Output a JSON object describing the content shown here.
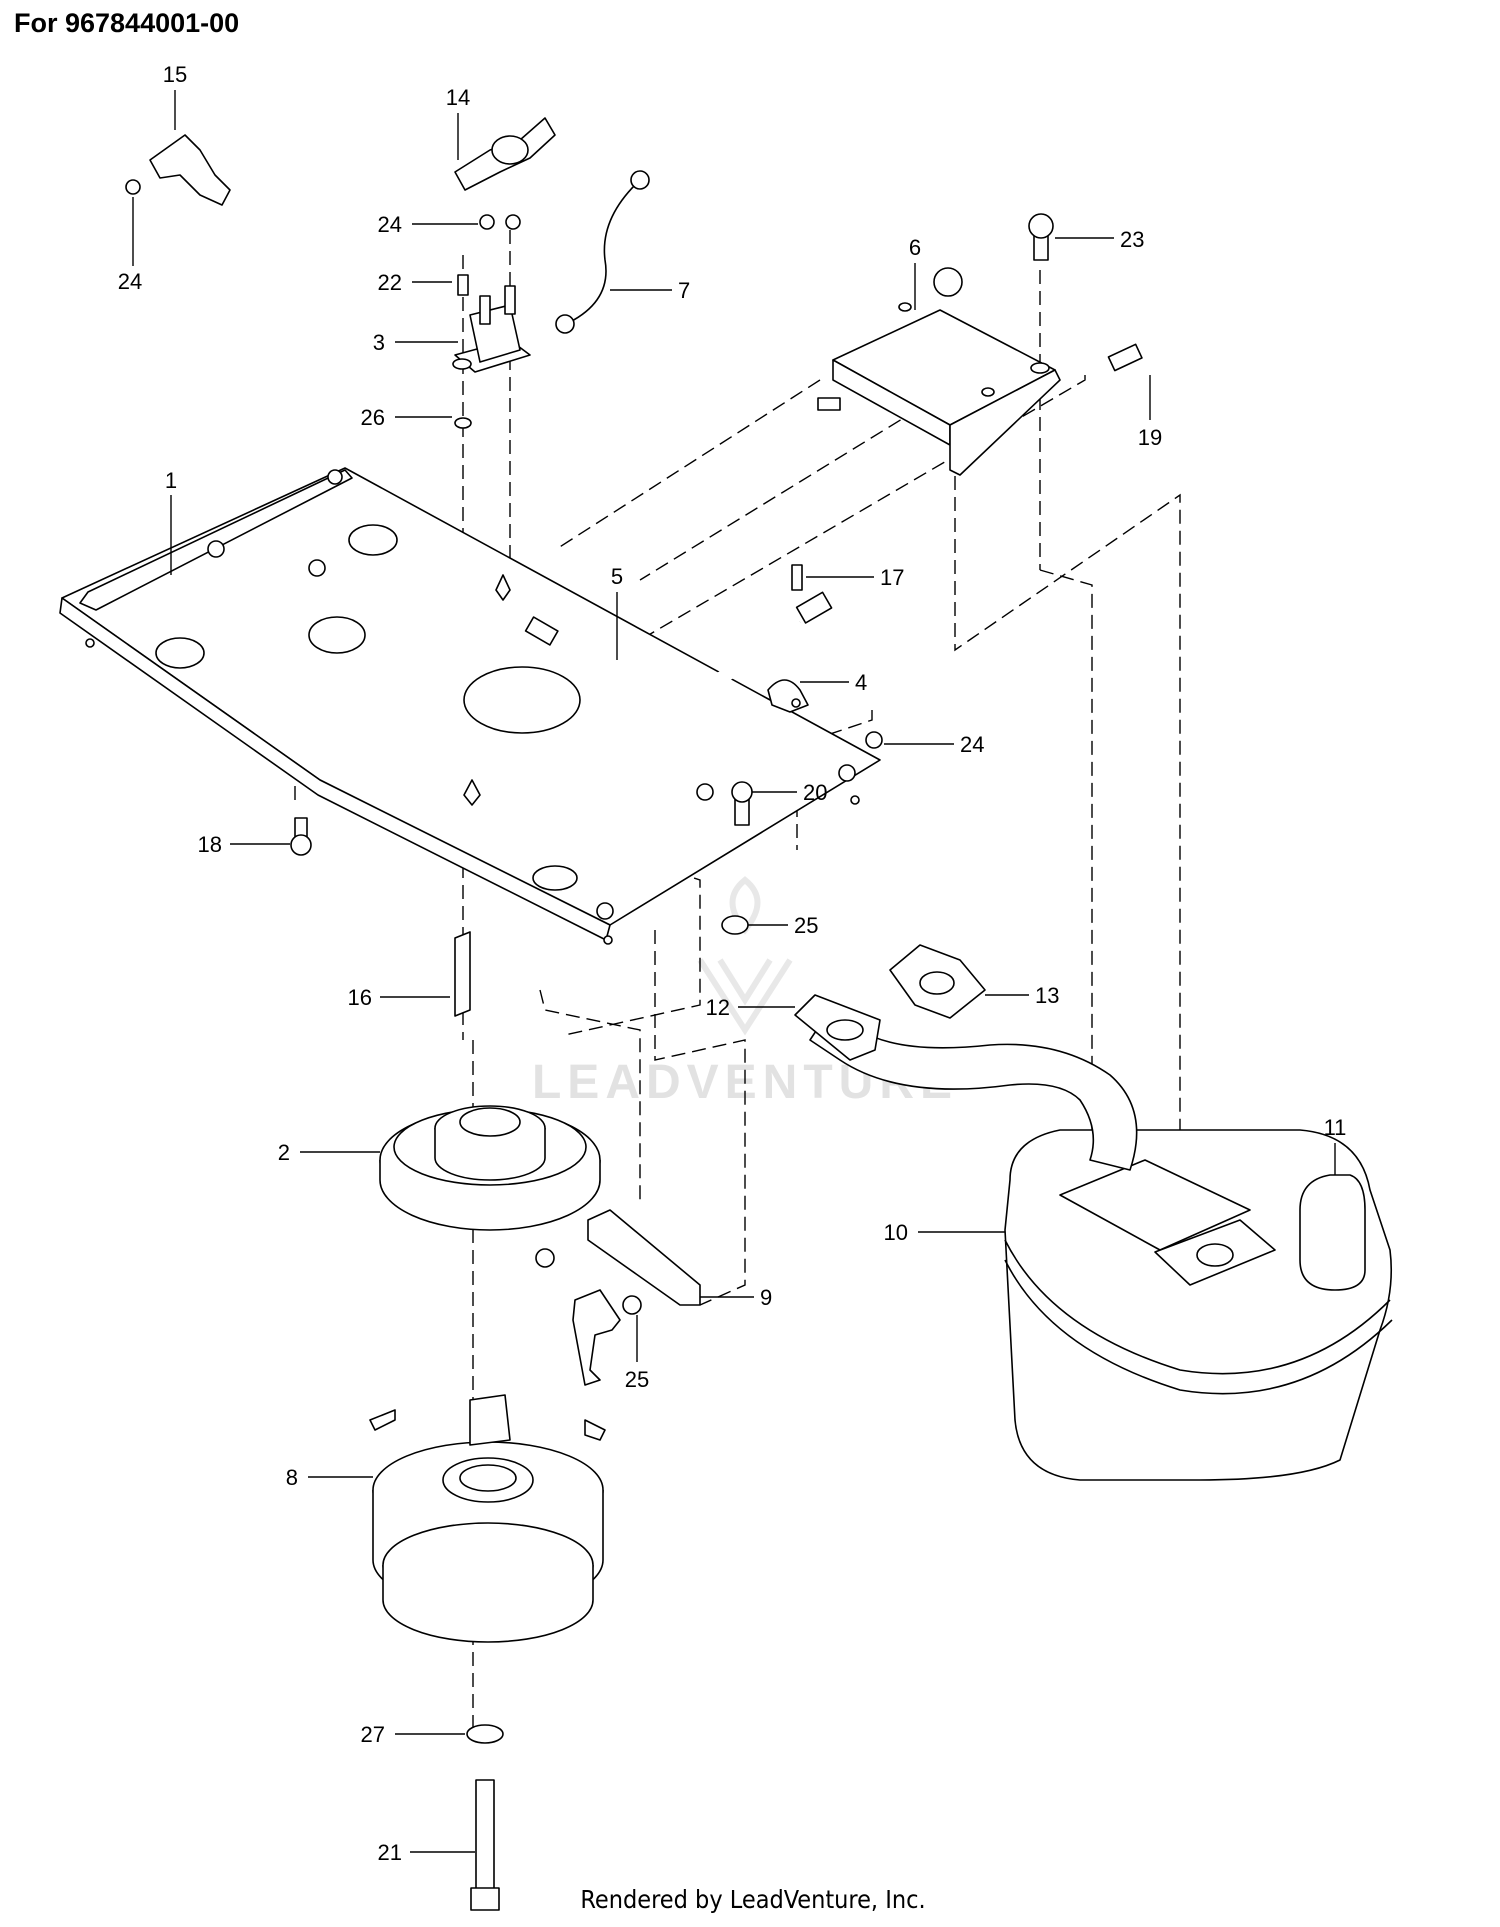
{
  "title": "For 967844001-00",
  "footer": "Rendered by LeadVenture, Inc.",
  "watermark": "LEADVENTURE",
  "callouts": [
    "1",
    "2",
    "3",
    "4",
    "5",
    "6",
    "7",
    "8",
    "9",
    "10",
    "11",
    "12",
    "13",
    "14",
    "15",
    "16",
    "17",
    "18",
    "19",
    "20",
    "21",
    "22",
    "23",
    "24",
    "24",
    "24",
    "25",
    "25",
    "26",
    "27"
  ]
}
